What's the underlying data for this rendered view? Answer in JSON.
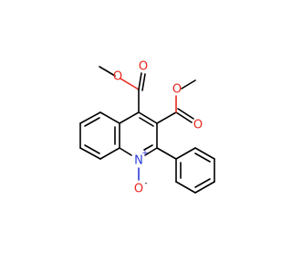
{
  "molecule": {
    "atoms": {
      "o_top_carbonyl": "O",
      "o_top_ester": "O",
      "o_right_ester": "O",
      "o_right_carbonyl": "O",
      "n_ring": "N",
      "n_charge": "+",
      "o_oxide": "O",
      "o_charge": "-"
    }
  },
  "colors": {
    "bond": "#000000",
    "oxygen": "#e8261c",
    "nitrogen": "#2b3bd8",
    "background": "#ffffff"
  }
}
